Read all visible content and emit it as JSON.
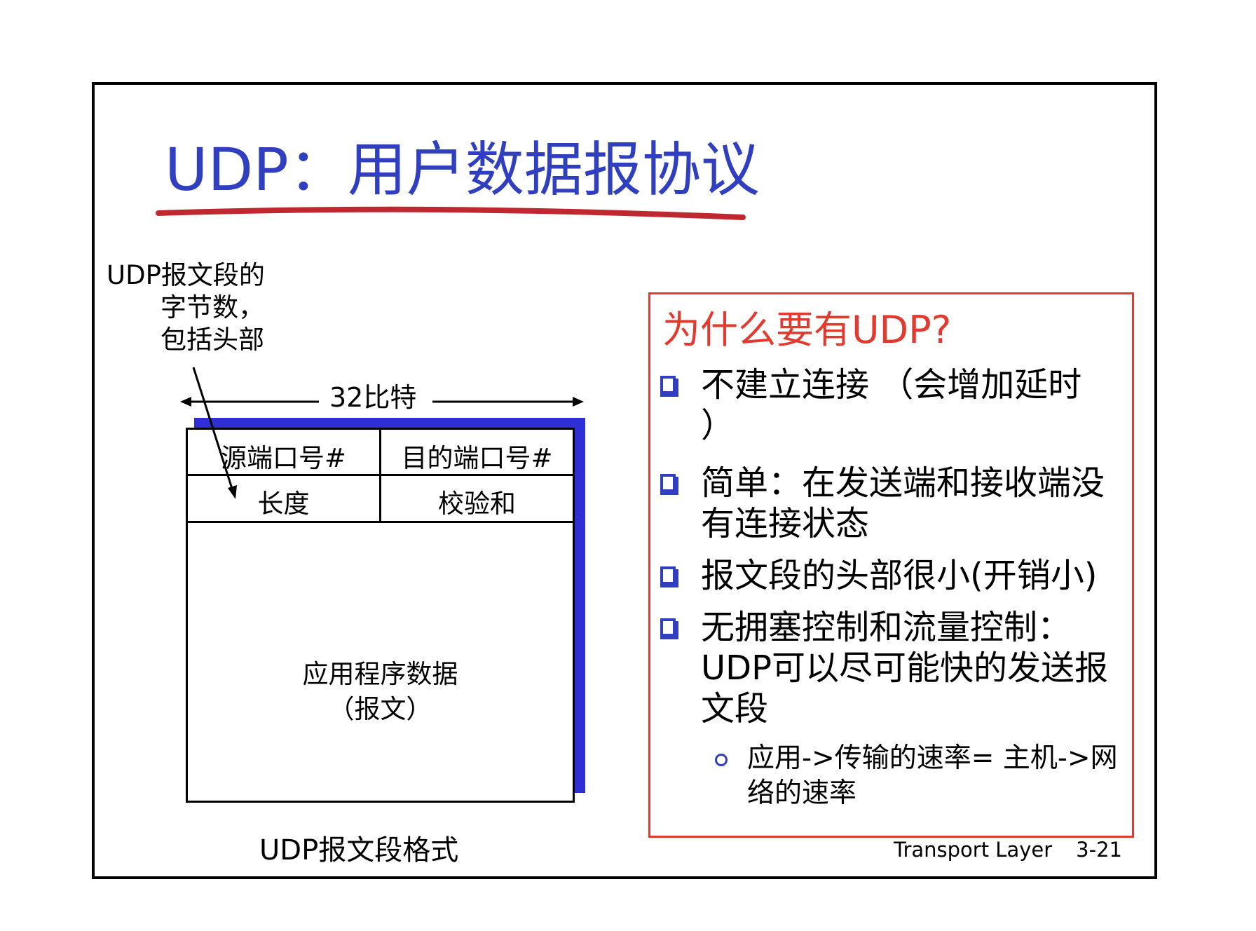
{
  "title": "UDP：用户数据报协议",
  "field_note": [
    "UDP报文段的",
    "字节数，",
    "包括头部"
  ],
  "width_label": "32比特",
  "header_fields": {
    "source_port": "源端口号#",
    "dest_port": "目的端口号#",
    "length": "长度",
    "checksum": "校验和"
  },
  "payload": [
    "应用程序数据",
    "（报文）"
  ],
  "caption": "UDP报文段格式",
  "why": {
    "title": "为什么要有UDP?",
    "bullets": [
      [
        "不建立连接 （会增加延时",
        "）"
      ],
      [
        "简单：在发送端和接收端没",
        "有连接状态"
      ],
      [
        "报文段的头部很小(开销小)"
      ],
      [
        "无拥塞控制和流量控制：",
        "UDP可以尽可能快的发送报",
        "文段"
      ]
    ],
    "sub_bullet": [
      "应用->传输的速率= 主机->网",
      "络的速率"
    ]
  },
  "footer": {
    "label": "Transport Layer",
    "page": "3-21"
  },
  "colors": {
    "title": "#2f3fbf",
    "accent_red": "#e23a2e",
    "shadow": "#2f2fd4",
    "underline": "#c0282f"
  }
}
